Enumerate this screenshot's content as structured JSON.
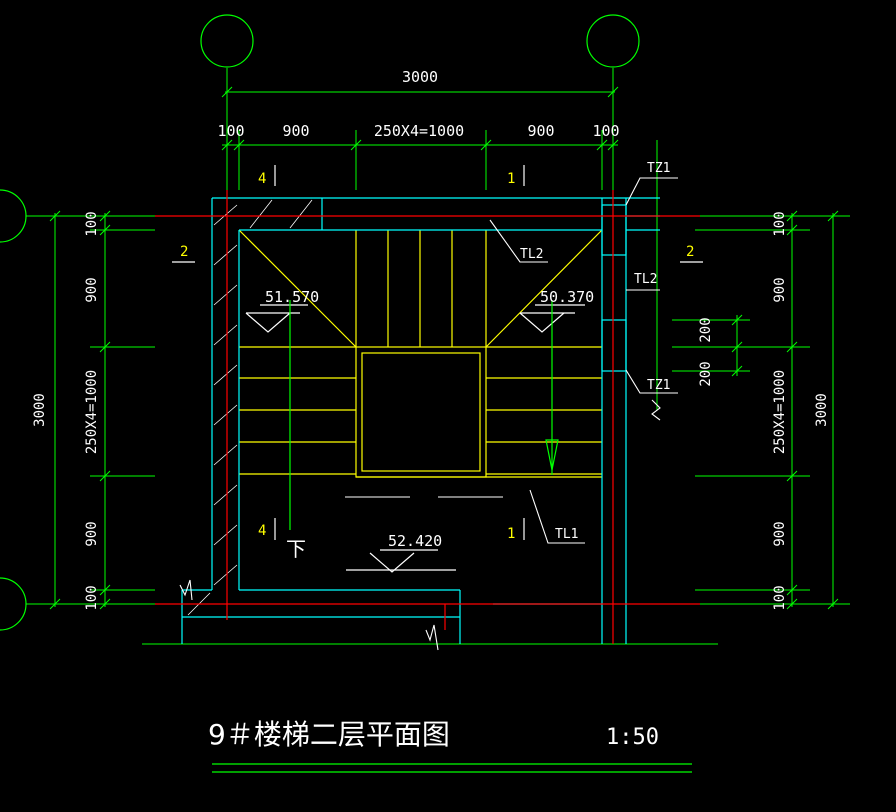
{
  "drawing": {
    "title": "9＃楼梯二层平面图",
    "scale": "1:50"
  },
  "dimensions": {
    "top_total": "3000",
    "top_left_edge": "100",
    "top_left_run": "900",
    "top_middle": "250X4=1000",
    "top_right_run": "900",
    "top_right_edge": "100",
    "left_total": "3000",
    "left_top_edge": "100",
    "left_upper_run": "900",
    "left_middle": "250X4=1000",
    "left_lower_run": "900",
    "left_bottom_edge": "100",
    "right_total": "3000",
    "right_top_edge": "100",
    "right_upper_run": "900",
    "right_middle": "250X4=1000",
    "right_lower_run": "900",
    "right_bottom_edge": "100",
    "right_gap_top": "200",
    "right_gap_bottom": "200"
  },
  "elevations": {
    "left_landing": "51.570",
    "right_landing": "50.370",
    "floor_landing": "52.420"
  },
  "section_marks": {
    "top_left": "4",
    "top_right": "1",
    "bottom_left": "4",
    "bottom_right": "1",
    "side_left": "2",
    "side_right": "2"
  },
  "labels": {
    "tz1_top": "TZ1",
    "tl2_top": "TL2",
    "tl2_side": "TL2",
    "tz1_side": "TZ1",
    "tl1": "TL1",
    "down_arrow": "下"
  },
  "colors": {
    "background": "#000000",
    "dimension": "#00ff00",
    "axis_line": "#ff0000",
    "wall": "#00ffff",
    "stair": "#ffff00",
    "text_white": "#ffffff",
    "section_mark": "#ffff00"
  }
}
